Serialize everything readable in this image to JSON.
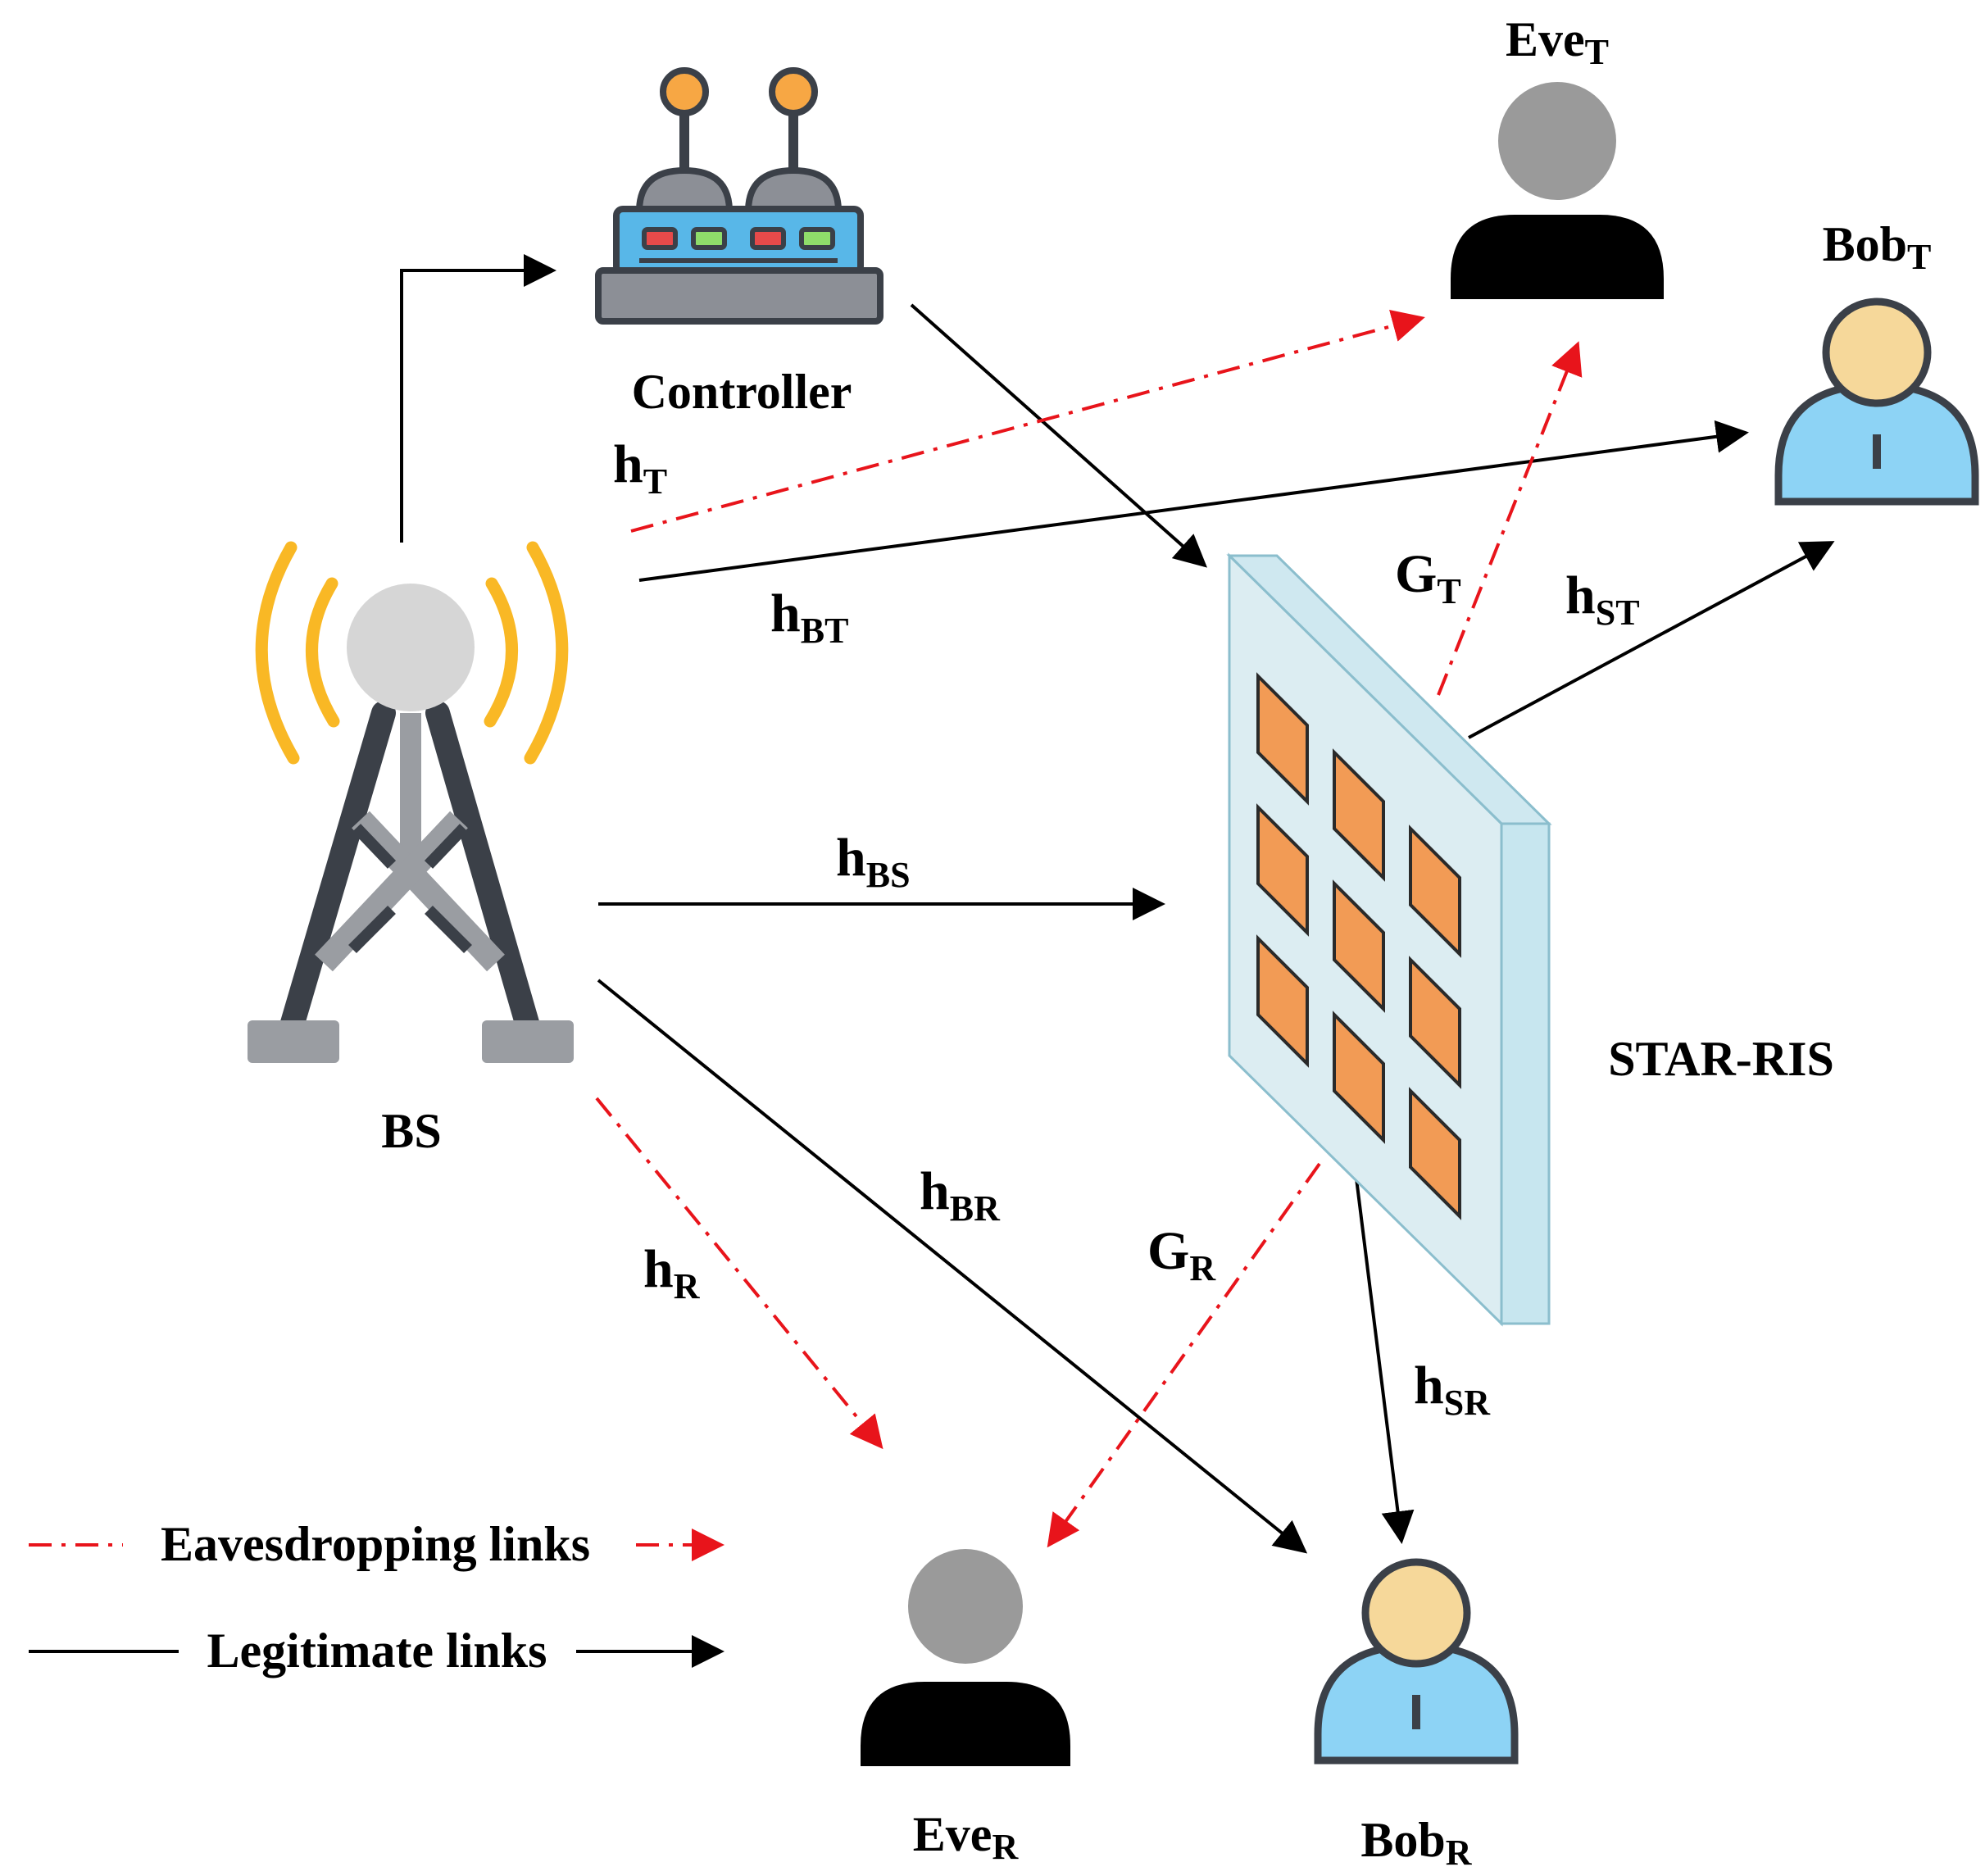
{
  "nodes": {
    "controller": "Controller",
    "bs": "BS",
    "star_ris": "STAR-RIS"
  },
  "users": {
    "eve_t": {
      "base": "Eve",
      "sub": "T"
    },
    "bob_t": {
      "base": "Bob",
      "sub": "T"
    },
    "eve_r": {
      "base": "Eve",
      "sub": "R"
    },
    "bob_r": {
      "base": "Bob",
      "sub": "R"
    }
  },
  "channels": {
    "h_t": {
      "base": "h",
      "sub": "T"
    },
    "h_bt": {
      "base": "h",
      "sub": "BT"
    },
    "g_t": {
      "base": "G",
      "sub": "T"
    },
    "h_st": {
      "base": "h",
      "sub": "ST"
    },
    "h_bs": {
      "base": "h",
      "sub": "BS"
    },
    "h_br": {
      "base": "h",
      "sub": "BR"
    },
    "h_r": {
      "base": "h",
      "sub": "R"
    },
    "g_r": {
      "base": "G",
      "sub": "R"
    },
    "h_sr": {
      "base": "h",
      "sub": "SR"
    }
  },
  "legend": {
    "eavesdropping": "Eavesdropping links",
    "legitimate": "Legitimate links"
  },
  "colors": {
    "eavesdropping_link": "#e8141b",
    "legitimate_link": "#000000",
    "antenna_wave": "#f9b825",
    "tower": "#3b4048",
    "ris_panel": "#dcedf2",
    "ris_element": "#f29b55",
    "controller_body": "#58b7e8",
    "bob_body": "#8dd3f5",
    "bob_head": "#f6d89a",
    "eve_head": "#9a9a9a"
  },
  "icons": [
    "antenna-tower-icon",
    "controller-icon",
    "star-ris-icon",
    "user-icon",
    "eavesdropper-icon"
  ]
}
